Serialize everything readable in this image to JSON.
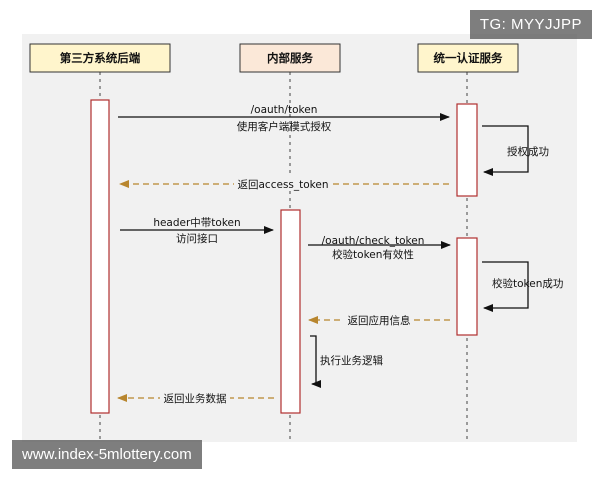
{
  "watermark": {
    "tg": "TG: MYYJJPP",
    "url": "www.index-5mlottery.com"
  },
  "participants": [
    {
      "id": "third_party",
      "label": "第三方系统后端"
    },
    {
      "id": "internal",
      "label": "内部服务"
    },
    {
      "id": "auth",
      "label": "统一认证服务"
    }
  ],
  "messages": [
    {
      "id": "m1",
      "lines": [
        "/oauth/token",
        "使用客户端模式授权"
      ]
    },
    {
      "id": "m2",
      "lines": [
        "授权成功"
      ]
    },
    {
      "id": "m3",
      "lines": [
        "返回access_token"
      ]
    },
    {
      "id": "m4",
      "lines": [
        "header中带token",
        "访问接口"
      ]
    },
    {
      "id": "m5",
      "lines": [
        "/oauth/check_token",
        "校验token有效性"
      ]
    },
    {
      "id": "m6",
      "lines": [
        "校验token成功"
      ]
    },
    {
      "id": "m7",
      "lines": [
        "返回应用信息"
      ]
    },
    {
      "id": "m8",
      "lines": [
        "执行业务逻辑"
      ]
    },
    {
      "id": "m9",
      "lines": [
        "返回业务数据"
      ]
    }
  ],
  "colors": {
    "header_fill": "#fff5cc",
    "header_fill_internal": "#fbe8d8",
    "header_border": "#333333",
    "activation_border": "#b03030",
    "return_arrow": "#b8862e",
    "call_arrow": "#111111",
    "lifeline": "#444444"
  }
}
